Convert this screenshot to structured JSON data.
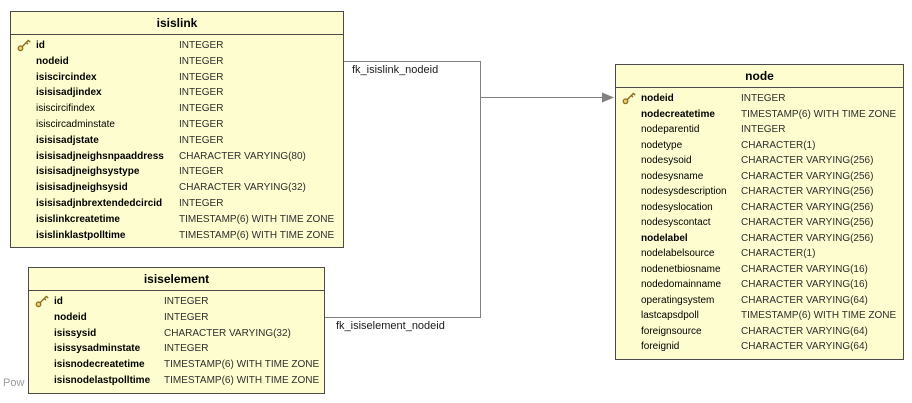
{
  "diagram": {
    "watermark": "Pow",
    "colors": {
      "table_fill": "#FDFDCF",
      "table_border": "#4A4A4A",
      "relationship_line": "#808080",
      "watermark_gray": "#9C9C9C",
      "key_icon_gold": "#EFCB70",
      "key_icon_outline": "#8A6D1D"
    },
    "relationships": [
      {
        "label": "fk_isislink_nodeid",
        "source_table": "isislink",
        "target_table": "node"
      },
      {
        "label": "fk_isiselement_nodeid",
        "source_table": "isiselement",
        "target_table": "node"
      }
    ],
    "tables": [
      {
        "name": "isislink",
        "columns": [
          {
            "name": "id",
            "type": "INTEGER",
            "pk": true,
            "bold": true
          },
          {
            "name": "nodeid",
            "type": "INTEGER",
            "pk": false,
            "bold": true
          },
          {
            "name": "isiscircindex",
            "type": "INTEGER",
            "pk": false,
            "bold": true
          },
          {
            "name": "isisisadjindex",
            "type": "INTEGER",
            "pk": false,
            "bold": true
          },
          {
            "name": "isiscircifindex",
            "type": "INTEGER",
            "pk": false,
            "bold": false
          },
          {
            "name": "isiscircadminstate",
            "type": "INTEGER",
            "pk": false,
            "bold": false
          },
          {
            "name": "isisisadjstate",
            "type": "INTEGER",
            "pk": false,
            "bold": true
          },
          {
            "name": "isisisadjneighsnpaaddress",
            "type": "CHARACTER VARYING(80)",
            "pk": false,
            "bold": true
          },
          {
            "name": "isisisadjneighsystype",
            "type": "INTEGER",
            "pk": false,
            "bold": true
          },
          {
            "name": "isisisadjneighsysid",
            "type": "CHARACTER VARYING(32)",
            "pk": false,
            "bold": true
          },
          {
            "name": "isisisadjnbrextendedcircid",
            "type": "INTEGER",
            "pk": false,
            "bold": true
          },
          {
            "name": "isislinkcreatetime",
            "type": "TIMESTAMP(6) WITH TIME ZONE",
            "pk": false,
            "bold": true
          },
          {
            "name": "isislinklastpolltime",
            "type": "TIMESTAMP(6) WITH TIME ZONE",
            "pk": false,
            "bold": true
          }
        ]
      },
      {
        "name": "isiselement",
        "columns": [
          {
            "name": "id",
            "type": "INTEGER",
            "pk": true,
            "bold": true
          },
          {
            "name": "nodeid",
            "type": "INTEGER",
            "pk": false,
            "bold": true
          },
          {
            "name": "isissysid",
            "type": "CHARACTER VARYING(32)",
            "pk": false,
            "bold": true
          },
          {
            "name": "isissysadminstate",
            "type": "INTEGER",
            "pk": false,
            "bold": true
          },
          {
            "name": "isisnodecreatetime",
            "type": "TIMESTAMP(6) WITH TIME ZONE",
            "pk": false,
            "bold": true
          },
          {
            "name": "isisnodelastpolltime",
            "type": "TIMESTAMP(6) WITH TIME ZONE",
            "pk": false,
            "bold": true
          }
        ]
      },
      {
        "name": "node",
        "columns": [
          {
            "name": "nodeid",
            "type": "INTEGER",
            "pk": true,
            "bold": true
          },
          {
            "name": "nodecreatetime",
            "type": "TIMESTAMP(6) WITH TIME ZONE",
            "pk": false,
            "bold": true
          },
          {
            "name": "nodeparentid",
            "type": "INTEGER",
            "pk": false,
            "bold": false
          },
          {
            "name": "nodetype",
            "type": "CHARACTER(1)",
            "pk": false,
            "bold": false
          },
          {
            "name": "nodesysoid",
            "type": "CHARACTER VARYING(256)",
            "pk": false,
            "bold": false
          },
          {
            "name": "nodesysname",
            "type": "CHARACTER VARYING(256)",
            "pk": false,
            "bold": false
          },
          {
            "name": "nodesysdescription",
            "type": "CHARACTER VARYING(256)",
            "pk": false,
            "bold": false
          },
          {
            "name": "nodesyslocation",
            "type": "CHARACTER VARYING(256)",
            "pk": false,
            "bold": false
          },
          {
            "name": "nodesyscontact",
            "type": "CHARACTER VARYING(256)",
            "pk": false,
            "bold": false
          },
          {
            "name": "nodelabel",
            "type": "CHARACTER VARYING(256)",
            "pk": false,
            "bold": true
          },
          {
            "name": "nodelabelsource",
            "type": "CHARACTER(1)",
            "pk": false,
            "bold": false
          },
          {
            "name": "nodenetbiosname",
            "type": "CHARACTER VARYING(16)",
            "pk": false,
            "bold": false
          },
          {
            "name": "nodedomainname",
            "type": "CHARACTER VARYING(16)",
            "pk": false,
            "bold": false
          },
          {
            "name": "operatingsystem",
            "type": "CHARACTER VARYING(64)",
            "pk": false,
            "bold": false
          },
          {
            "name": "lastcapsdpoll",
            "type": "TIMESTAMP(6) WITH TIME ZONE",
            "pk": false,
            "bold": false
          },
          {
            "name": "foreignsource",
            "type": "CHARACTER VARYING(64)",
            "pk": false,
            "bold": false
          },
          {
            "name": "foreignid",
            "type": "CHARACTER VARYING(64)",
            "pk": false,
            "bold": false
          }
        ]
      }
    ]
  }
}
